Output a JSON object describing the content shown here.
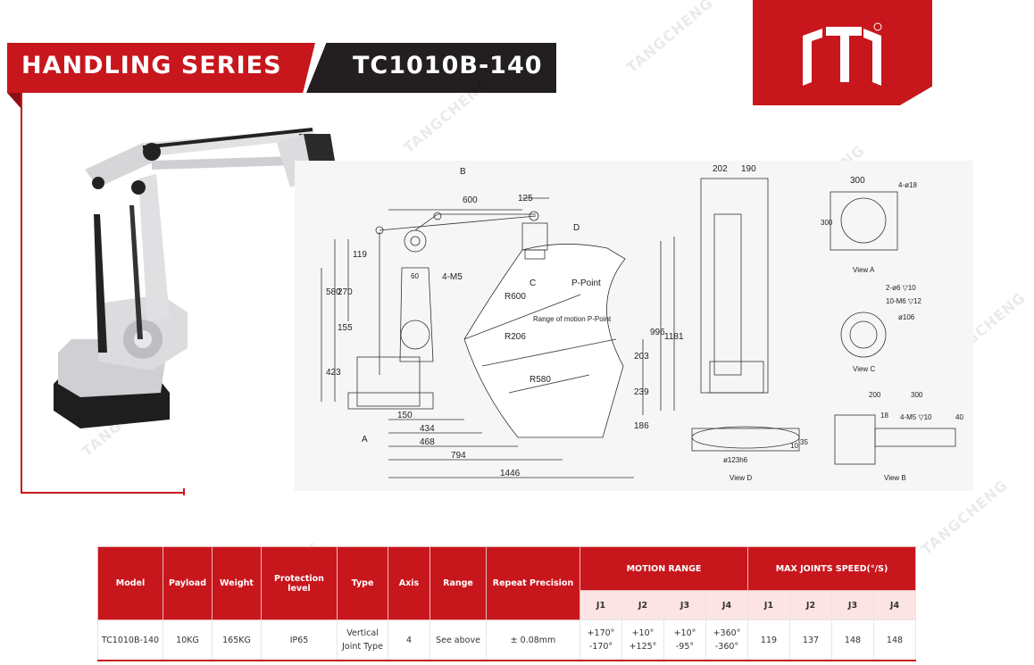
{
  "header": {
    "series_title": "HANDLING SERIES",
    "model_title": "TC1010B-140"
  },
  "logo": {
    "name": "tangcheng-logo-icon",
    "color": "#c8161d"
  },
  "watermark": {
    "text": "TANGCHENG"
  },
  "drawing": {
    "labels": {
      "b": "B",
      "a": "A",
      "c": "C",
      "d": "D",
      "d600": "600",
      "d125": "125",
      "d119": "119",
      "d580": "580",
      "d270": "270",
      "d155": "155",
      "d423": "423",
      "d60": "60",
      "m5": "4-M5",
      "r600": "R600",
      "r206": "R206",
      "r580": "R580",
      "ppoint": "P-Point",
      "range_motion": "Range of motion P-Point",
      "d996": "996",
      "d1181": "1181",
      "d203": "203",
      "d239": "239",
      "d186": "186",
      "d150": "150",
      "d434": "434",
      "d468": "468",
      "d794": "794",
      "d1446": "1446",
      "d202": "202",
      "d190": "190",
      "d300a": "300",
      "d300b": "300",
      "phi18": "4-ø18",
      "view_a": "View A",
      "hole1": "2-ø6 ▽10",
      "hole2": "10-M6 ▽12",
      "phi106": "ø106",
      "view_c": "View C",
      "d200": "200",
      "d300c": "300",
      "d18": "18",
      "m5b": "4-M5 ▽10",
      "d40": "40",
      "view_b": "View B",
      "phi123": "ø123h6",
      "d35": "35",
      "d10": "10",
      "view_d": "View D"
    }
  },
  "table": {
    "headers": {
      "model": "Model",
      "payload": "Payload",
      "weight": "Weight",
      "protection": "Protection level",
      "type": "Type",
      "axis": "Axis",
      "range": "Range",
      "precision": "Repeat Precision",
      "motion_range": "MOTION RANGE",
      "max_speed": "MAX JOINTS SPEED(°/S)"
    },
    "joints": [
      "J1",
      "J2",
      "J3",
      "J4",
      "J1",
      "J2",
      "J3",
      "J4"
    ],
    "row": {
      "model": "TC1010B-140",
      "payload": "10KG",
      "weight": "165KG",
      "protection": "IP65",
      "type_line1": "Vertical",
      "type_line2": "Joint Type",
      "axis": "4",
      "range": "See above",
      "precision": "± 0.08mm",
      "motion": [
        {
          "max": "+170°",
          "min": "-170°"
        },
        {
          "max": "+10°",
          "min": "+125°"
        },
        {
          "max": "+10°",
          "min": "-95°"
        },
        {
          "max": "+360°",
          "min": "-360°"
        }
      ],
      "speed": [
        "119",
        "137",
        "148",
        "148"
      ]
    }
  }
}
